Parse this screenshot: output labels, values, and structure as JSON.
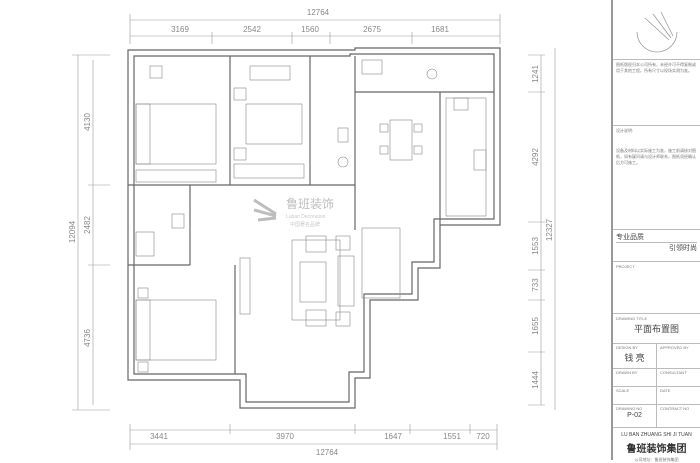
{
  "dimensions": {
    "top_total": "12764",
    "top": [
      "3169",
      "2542",
      "1560",
      "2675",
      "1681"
    ],
    "bottom_total": "12764",
    "bottom": [
      "3441",
      "3970",
      "1647",
      "1551",
      "720"
    ],
    "left_total": "12094",
    "left": [
      "4130",
      "2482",
      "4736"
    ],
    "right_total": "12327",
    "right": [
      "1241",
      "4292",
      "1553",
      "733",
      "1655",
      "1444"
    ]
  },
  "watermark": {
    "brand": "鲁班装饰",
    "sub": "Luban Decoration",
    "tag": "中国著名品牌"
  },
  "title_block": {
    "notes_label": "设计说明:",
    "notes_text_1": "图纸版权归本公司所有，未经许可不得复制或用于其他工程。所有尺寸以现场实测为准。",
    "notes_text_2": "设备及材料以实际施工为准，施工前请核对图纸，如有疑问请与设计师联系，图纸须经确认后方可施工。",
    "slogan_1": "专业品质",
    "slogan_2": "引领时尚",
    "project_label": "PROJECT",
    "drawing_title_label": "DRAWING TITLE",
    "drawing_title": "平面布置图",
    "design_by_label": "DESIGN BY",
    "design_by": "钱 亮",
    "approved_by_label": "APPROVED BY",
    "drawn_by_label": "DRAWN BY",
    "checked_by_label": "CONSULTANT",
    "scale_label": "SCALE",
    "date_label": "DATE",
    "drawing_no_label": "DRAWING NO",
    "drawing_no": "P-02",
    "contract_no_label": "CONTRACT NO",
    "company_pinyin": "LU BAN ZHUANG SHI JI TUAN",
    "company": "鲁班装饰集团",
    "footer": "公司地址：鲁班装饰集团"
  }
}
